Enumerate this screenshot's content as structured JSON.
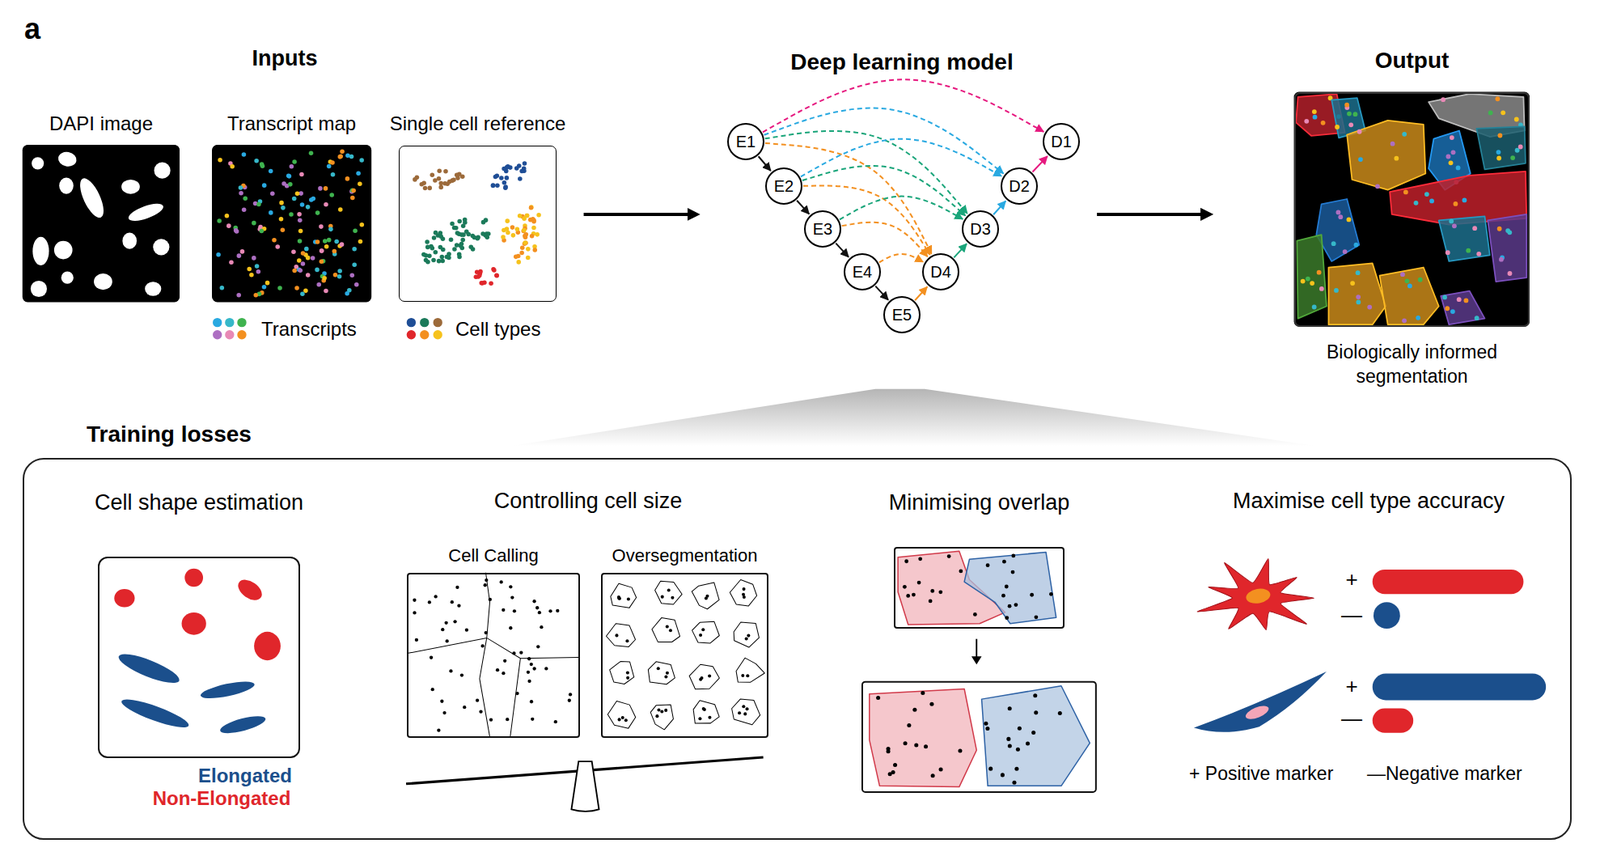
{
  "diagram": {
    "nodes": [
      {
        "text": [
          "DAPI image"
        ]
      },
      {
        "text": [
          "Transcript map"
        ]
      },
      {
        "text": [
          "Single cell reference"
        ]
      },
      {
        "text": [
          "E1"
        ]
      },
      {
        "text": [
          "E2"
        ]
      },
      {
        "text": [
          "E3"
        ]
      },
      {
        "text": [
          "E4"
        ]
      },
      {
        "text": [
          "E5"
        ]
      },
      {
        "text": [
          "D1"
        ]
      },
      {
        "text": [
          "D2"
        ]
      },
      {
        "text": [
          "D3"
        ]
      },
      {
        "text": [
          "D4"
        ]
      },
      {
        "text": [
          "Output",
          "Biologically informed segmentation"
        ]
      },
      {
        "text": [
          "Training losses"
        ]
      },
      {
        "text": [
          "Cell shape estimation"
        ],
        "in": 13
      },
      {
        "text": [
          "Cell Calling"
        ],
        "in": 13
      },
      {
        "text": [
          "Oversegmentation"
        ],
        "in": 13
      },
      {
        "text": [
          "Minimising overlap"
        ],
        "in": 13
      }
    ],
    "edges": [
      {
        "from": 3,
        "to": 4,
        "arrow": "to"
      },
      {
        "from": 4,
        "to": 5,
        "arrow": "to"
      },
      {
        "from": 5,
        "to": 6,
        "arrow": "to"
      },
      {
        "from": 6,
        "to": 7,
        "arrow": "to"
      },
      {
        "from": 7,
        "to": 11,
        "arrow": "to"
      },
      {
        "from": 11,
        "to": 10,
        "arrow": "to"
      },
      {
        "from": 10,
        "to": 9,
        "arrow": "to"
      },
      {
        "from": 9,
        "to": 8,
        "arrow": "to"
      },
      {
        "from": 3,
        "to": 8,
        "arrow": "to"
      },
      {
        "from": 3,
        "to": 9,
        "arrow": "to"
      },
      {
        "from": 3,
        "to": 10,
        "arrow": "to"
      },
      {
        "from": 3,
        "to": 11,
        "arrow": "to"
      },
      {
        "from": 4,
        "to": 9,
        "arrow": "to"
      },
      {
        "from": 4,
        "to": 10,
        "arrow": "to"
      },
      {
        "from": 4,
        "to": 11,
        "arrow": "to"
      },
      {
        "from": 5,
        "to": 10,
        "arrow": "to"
      },
      {
        "from": 5,
        "to": 11,
        "arrow": "to"
      },
      {
        "from": 6,
        "to": 11,
        "arrow": "to"
      }
    ],
    "labels": [
      "a",
      "Inputs",
      "Deep learning model",
      "Controlling cell size",
      "Elongated",
      "Non-Elongated",
      "Maximise cell type accuracy",
      "+",
      "—",
      "+",
      "—",
      "+ Positive marker",
      "—Negative marker"
    ],
    "legend": [
      {
        "text": "Transcripts"
      },
      {
        "text": "Cell types"
      }
    ]
  }
}
